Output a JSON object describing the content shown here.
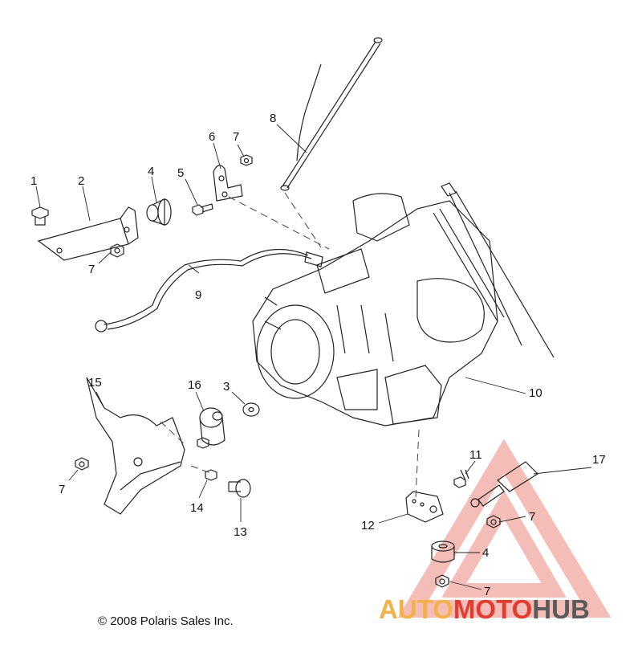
{
  "callouts": [
    {
      "num": "1"
    },
    {
      "num": "2"
    },
    {
      "num": "4"
    },
    {
      "num": "5"
    },
    {
      "num": "6"
    },
    {
      "num": "7"
    },
    {
      "num": "8"
    },
    {
      "num": "7"
    },
    {
      "num": "9"
    },
    {
      "num": "10"
    },
    {
      "num": "15"
    },
    {
      "num": "16"
    },
    {
      "num": "3"
    },
    {
      "num": "7"
    },
    {
      "num": "14"
    },
    {
      "num": "13"
    },
    {
      "num": "11"
    },
    {
      "num": "17"
    },
    {
      "num": "12"
    },
    {
      "num": "7"
    },
    {
      "num": "4"
    },
    {
      "num": "7"
    }
  ],
  "copyright": "© 2008 Polaris Sales Inc.",
  "watermark": {
    "auto": "AUTO",
    "moto": "MOTO",
    "hub": "HUB",
    "color_orange": "#f5b04a",
    "color_red": "#e23b30",
    "color_gray": "#5a5a5a"
  }
}
